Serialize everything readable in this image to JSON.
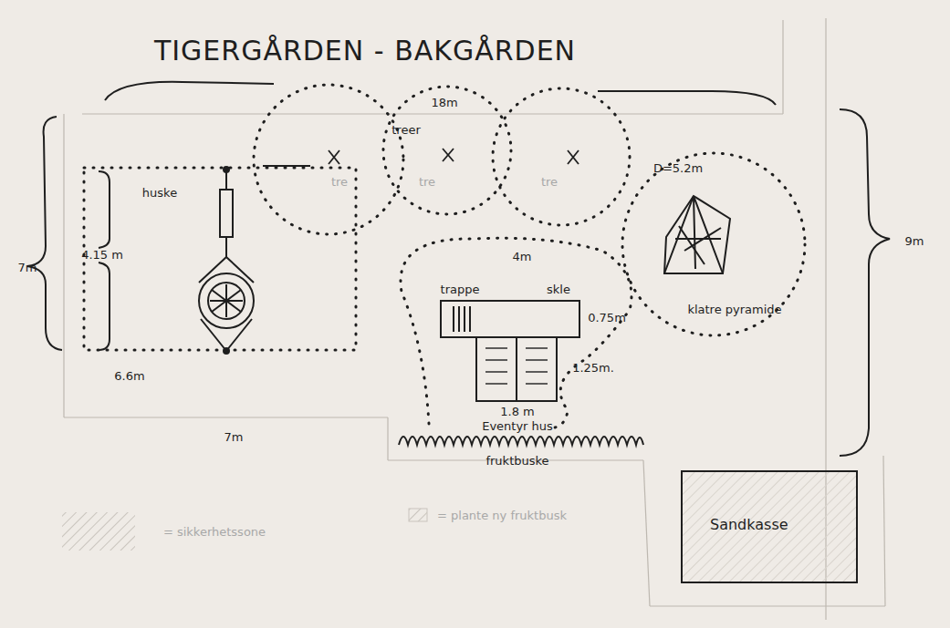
{
  "diagram": {
    "title": "TIGERGÅRDEN - BAKGÅRDEN",
    "nodes": [
      {
        "text": [
          "Sandkasse"
        ]
      }
    ],
    "labels": [
      "18m",
      "treer",
      "tre",
      "tre",
      "tre",
      "huske",
      "4.15 m",
      "7m",
      "6.6m",
      "7m",
      "4m",
      "trappe",
      "skle",
      "0.75m",
      "1.25m.",
      "1.8 m",
      "Eventyr hus",
      "fruktbuske",
      "D=5.2m",
      "klatre pyramide",
      "9m"
    ],
    "legend": [
      {
        "text": "= sikkerhetssone"
      },
      {
        "text": "= plante ny fruktbusk"
      }
    ]
  }
}
